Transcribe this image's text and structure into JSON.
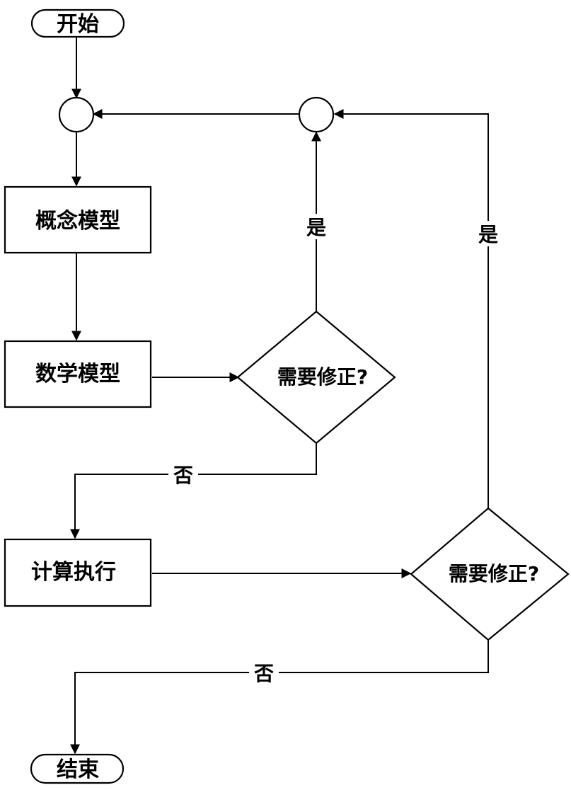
{
  "nodes": {
    "start": "开始",
    "concept_model": "概念模型",
    "math_model": "数学模型",
    "decision1": "需要修正?",
    "compute": "计算执行",
    "decision2": "需要修正?",
    "end": "结束"
  },
  "edge_labels": {
    "yes1": "是",
    "yes2": "是",
    "no1": "否",
    "no2": "否"
  }
}
